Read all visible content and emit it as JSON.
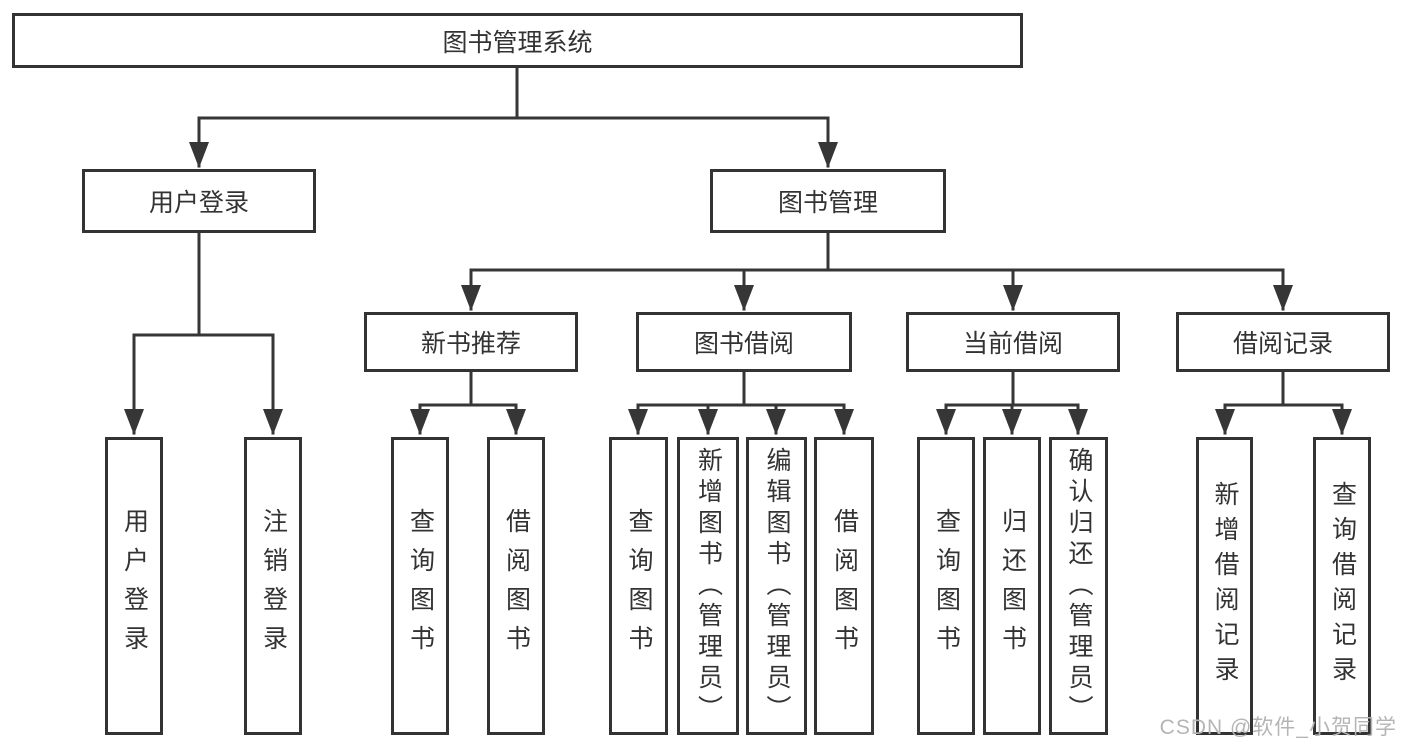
{
  "diagram": {
    "tree": {
      "root": {
        "label": "图书管理系统"
      },
      "branches": {
        "login": {
          "label": "用户登录",
          "children": {
            "userLogin": {
              "label": "用户登录"
            },
            "logout": {
              "label": "注销登录"
            }
          }
        },
        "bookMgmt": {
          "label": "图书管理",
          "children": {
            "newBookRec": {
              "label": "新书推荐",
              "children": {
                "queryBooks": {
                  "label": "查询图书"
                },
                "borrowBooks": {
                  "label": "借阅图书"
                }
              }
            },
            "bookBorrow": {
              "label": "图书借阅",
              "children": {
                "queryBooks": {
                  "label": "查询图书"
                },
                "addBooks": {
                  "label": "新增图书（管理员）"
                },
                "editBooks": {
                  "label": "编辑图书（管理员）"
                },
                "borrowBooks": {
                  "label": "借阅图书"
                }
              }
            },
            "currentBorrow": {
              "label": "当前借阅",
              "children": {
                "queryBooks": {
                  "label": "查询图书"
                },
                "returnBooks": {
                  "label": "归还图书"
                },
                "confirmReturn": {
                  "label": "确认归还（管理员）"
                }
              }
            },
            "borrowRecords": {
              "label": "借阅记录",
              "children": {
                "addRecord": {
                  "label": "新增借阅记录"
                },
                "queryRecord": {
                  "label": "查询借阅记录"
                }
              }
            }
          }
        }
      }
    },
    "line_color": "#363636",
    "box_border_color": "#333333",
    "background_color": "#ffffff"
  },
  "watermark": {
    "text": "CSDN @软件_小贺同学"
  }
}
